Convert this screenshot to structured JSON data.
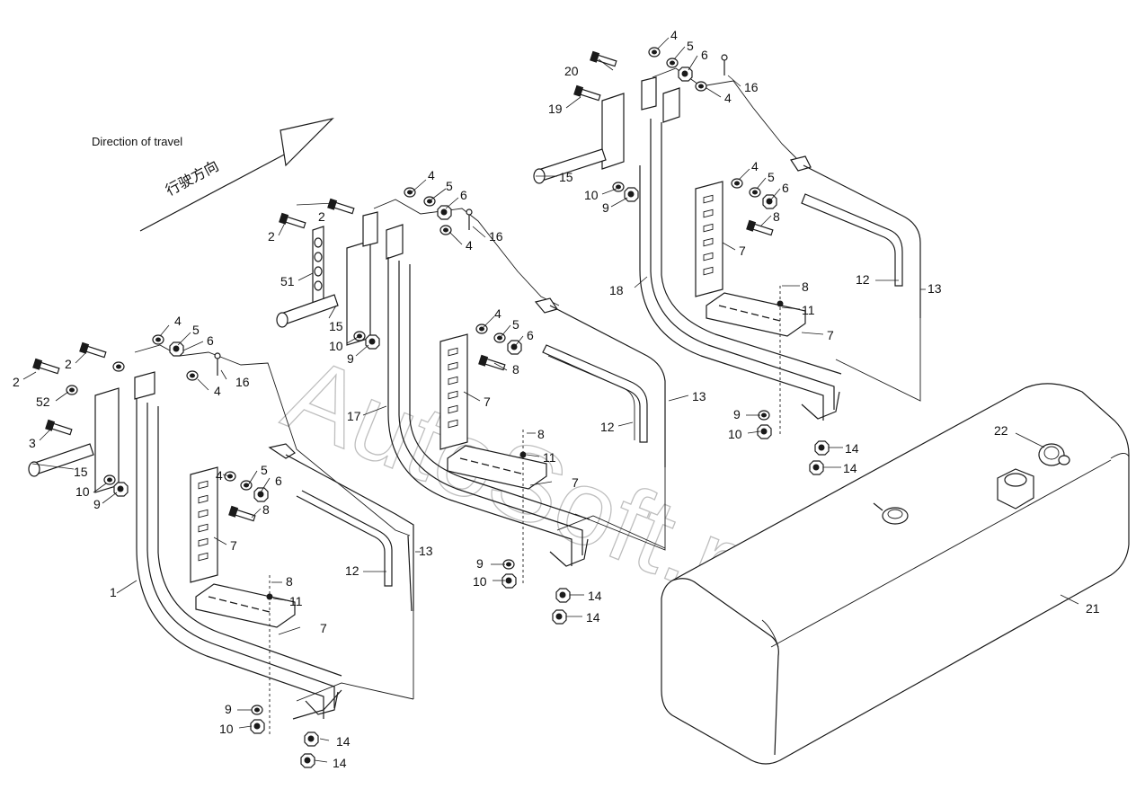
{
  "direction": {
    "label_en": "Direction of travel",
    "label_cn": "行驶方向"
  },
  "watermark": "AutoSoft.ru",
  "callouts": {
    "left": {
      "c1": "1",
      "c2a": "2",
      "c2b": "2",
      "c3": "3",
      "c52": "52",
      "c4a": "4",
      "c5a": "5",
      "c6a": "6",
      "c16": "16",
      "c4b": "4",
      "c15": "15",
      "c10a": "10",
      "c9a": "9",
      "c4c": "4",
      "c5b": "5",
      "c6b": "6",
      "c8a": "8",
      "c7a": "7",
      "c12": "12",
      "c13": "13",
      "c8b": "8",
      "c11": "11",
      "c7b": "7",
      "c9b": "9",
      "c10b": "10",
      "c14a": "14",
      "c14b": "14"
    },
    "middle": {
      "c2a": "2",
      "c2b": "2",
      "c51": "51",
      "c15": "15",
      "c10a": "10",
      "c9a": "9",
      "c4a": "4",
      "c5a": "5",
      "c6a": "6",
      "c16": "16",
      "c4b": "4",
      "c4c": "4",
      "c5b": "5",
      "c6b": "6",
      "c8a": "8",
      "c7a": "7",
      "c17": "17",
      "c13": "13",
      "c12": "12",
      "c8b": "8",
      "c11": "11",
      "c7b": "7",
      "c9b": "9",
      "c10b": "10",
      "c14a": "14",
      "c14b": "14"
    },
    "right": {
      "c4a": "4",
      "c5a": "5",
      "c6a": "6",
      "c20": "20",
      "c16": "16",
      "c4b": "4",
      "c19": "19",
      "c15": "15",
      "c10a": "10",
      "c9a": "9",
      "c4c": "4",
      "c5b": "5",
      "c6b": "6",
      "c8a": "8",
      "c7a": "7",
      "c18": "18",
      "c12": "12",
      "c13": "13",
      "c8b": "8",
      "c11": "11",
      "c7b": "7",
      "c9b": "9",
      "c10b": "10",
      "c14a": "14",
      "c14b": "14"
    },
    "tank": {
      "c22": "22",
      "c21": "21"
    }
  }
}
